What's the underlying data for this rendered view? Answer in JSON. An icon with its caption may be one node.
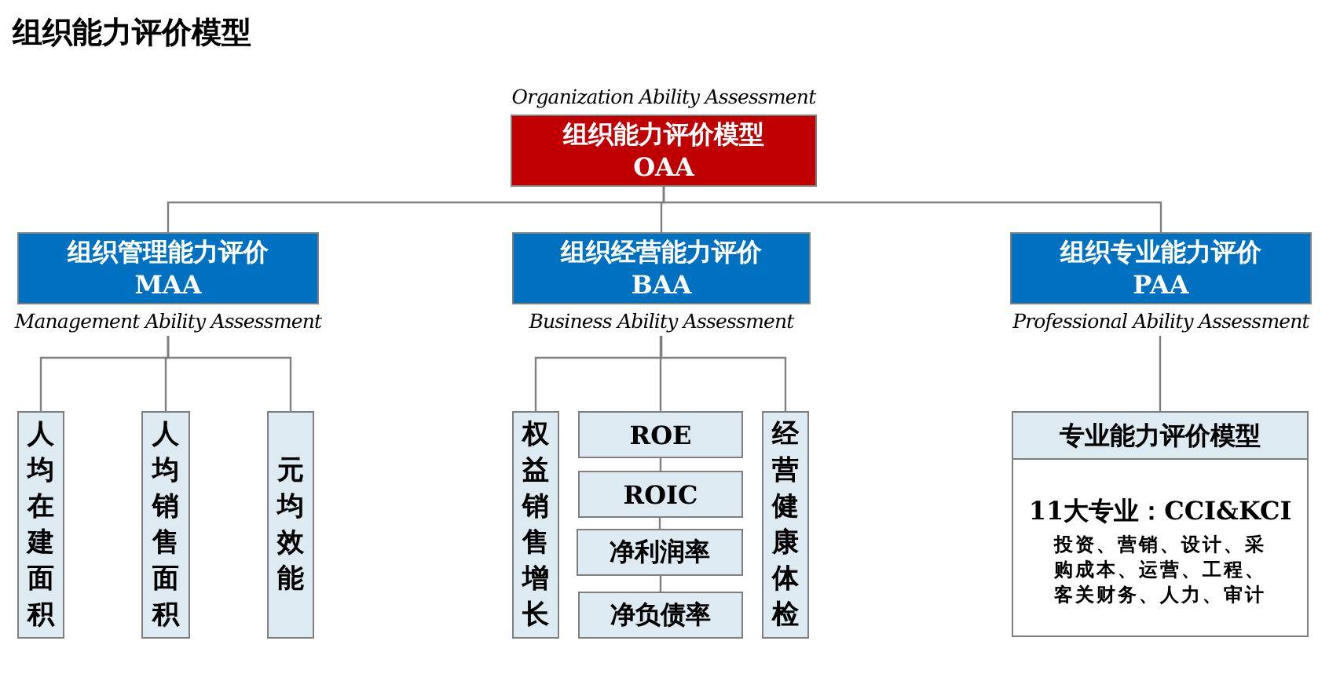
{
  "diagram": {
    "title": "组织能力评价模型",
    "nodes": [
      {
        "text": [
          "组织能力评价模型",
          "OAA"
        ],
        "beside": [
          "Organization Ability Assessment"
        ]
      },
      {
        "text": [
          "组织管理能力评价",
          "MAA"
        ],
        "beside": [
          "Management Ability Assessment"
        ]
      },
      {
        "text": [
          "组织经营能力评价",
          "BAA"
        ],
        "beside": [
          "Business Ability Assessment"
        ]
      },
      {
        "text": [
          "组织专业能力评价",
          "PAA"
        ],
        "beside": [
          "Professional Ability Assessment"
        ]
      },
      {
        "text": [
          "人均在建面积"
        ]
      },
      {
        "text": [
          "人均销售面积"
        ]
      },
      {
        "text": [
          "元均效能"
        ]
      },
      {
        "text": [
          "权益销售增长"
        ]
      },
      {
        "text": [
          "ROE"
        ]
      },
      {
        "text": [
          "ROIC"
        ]
      },
      {
        "text": [
          "净利润率"
        ]
      },
      {
        "text": [
          "净负债率"
        ]
      },
      {
        "text": [
          "经营健康体检"
        ]
      },
      {
        "text": [
          "专业能力评价模型",
          "11大专业：CCI&KCI",
          "投资、营销、设计、采购成本、运营、工程、客关财务、人力、审计"
        ]
      }
    ],
    "edges": [
      {
        "from": 0,
        "to": 1,
        "arrow": "none"
      },
      {
        "from": 0,
        "to": 2,
        "arrow": "none"
      },
      {
        "from": 0,
        "to": 3,
        "arrow": "none"
      },
      {
        "from": 1,
        "to": 4,
        "arrow": "none"
      },
      {
        "from": 1,
        "to": 5,
        "arrow": "none"
      },
      {
        "from": 1,
        "to": 6,
        "arrow": "none"
      },
      {
        "from": 2,
        "to": 7,
        "arrow": "none"
      },
      {
        "from": 2,
        "to": 8,
        "arrow": "none"
      },
      {
        "from": 2,
        "to": 12,
        "arrow": "none"
      },
      {
        "from": 8,
        "to": 9,
        "arrow": "none"
      },
      {
        "from": 9,
        "to": 10,
        "arrow": "none"
      },
      {
        "from": 10,
        "to": 11,
        "arrow": "none"
      },
      {
        "from": 3,
        "to": 13,
        "arrow": "none"
      }
    ]
  }
}
